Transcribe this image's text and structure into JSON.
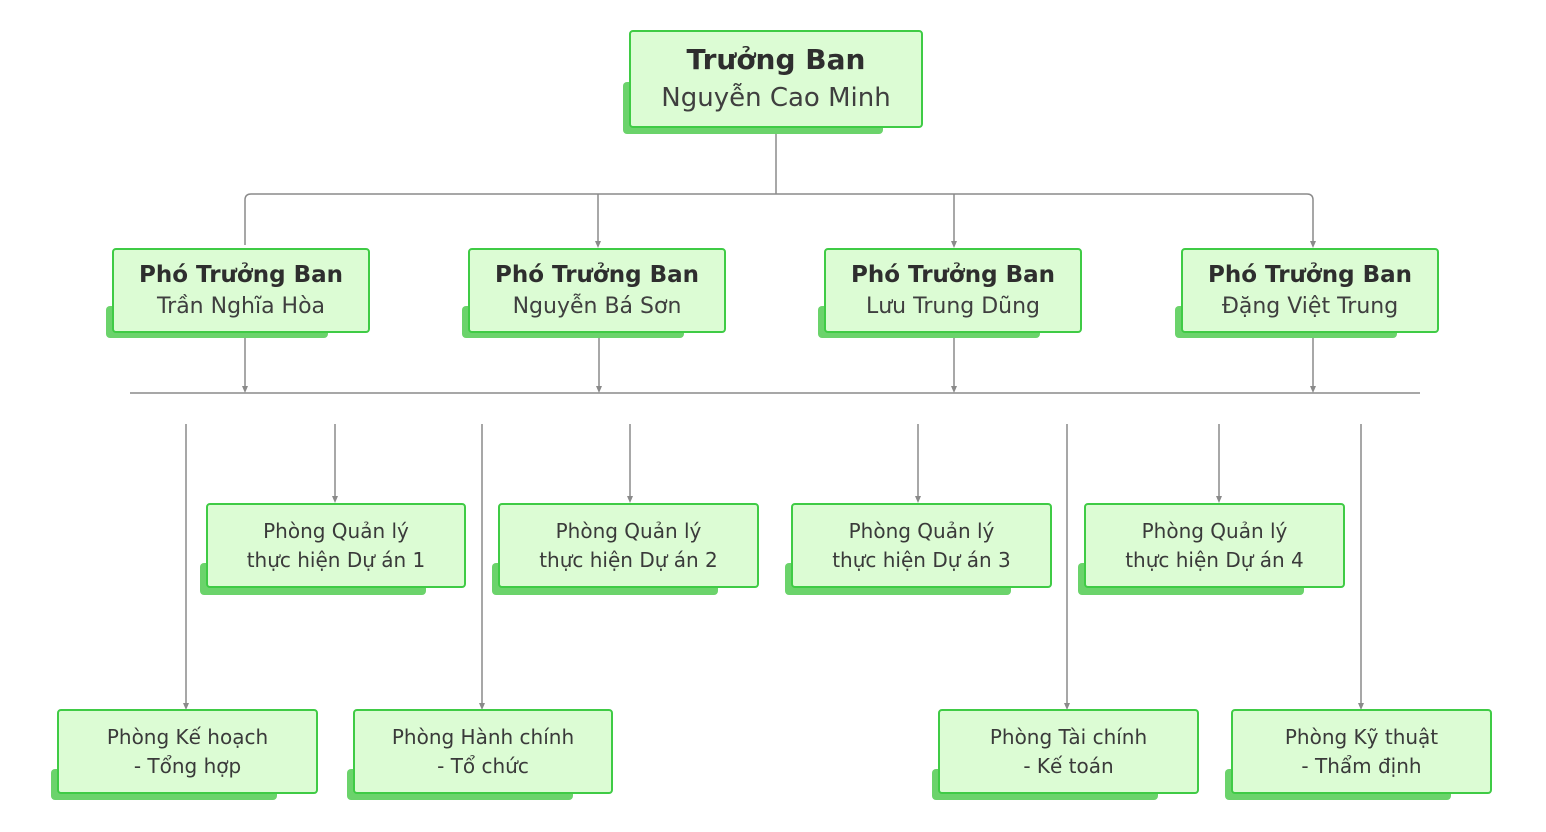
{
  "head": {
    "title": "Trưởng Ban",
    "name": "Nguyễn Cao Minh"
  },
  "deputies": [
    {
      "title": "Phó Trưởng Ban",
      "name": "Trần Nghĩa Hòa"
    },
    {
      "title": "Phó Trưởng Ban",
      "name": "Nguyễn Bá Sơn"
    },
    {
      "title": "Phó Trưởng Ban",
      "name": "Lưu Trung Dũng"
    },
    {
      "title": "Phó Trưởng Ban",
      "name": "Đặng Việt Trung"
    }
  ],
  "project_offices": [
    {
      "line1": "Phòng Quản lý",
      "line2": "thực hiện Dự án 1"
    },
    {
      "line1": "Phòng Quản lý",
      "line2": "thực hiện Dự án 2"
    },
    {
      "line1": "Phòng Quản lý",
      "line2": "thực hiện Dự án 3"
    },
    {
      "line1": "Phòng Quản lý",
      "line2": "thực hiện Dự án 4"
    }
  ],
  "functional_offices": [
    {
      "line1": "Phòng Kế hoạch",
      "line2": "- Tổng hợp"
    },
    {
      "line1": "Phòng Hành chính",
      "line2": "- Tổ chức"
    },
    {
      "line1": "Phòng Tài chính",
      "line2": "- Kế toán"
    },
    {
      "line1": "Phòng Kỹ thuật",
      "line2": "- Thẩm định"
    }
  ],
  "colors": {
    "box_fill": "#dcfcd4",
    "box_border": "#3fcb45",
    "box_shadow": "#6bd36b",
    "connector": "#8a8a8a"
  }
}
